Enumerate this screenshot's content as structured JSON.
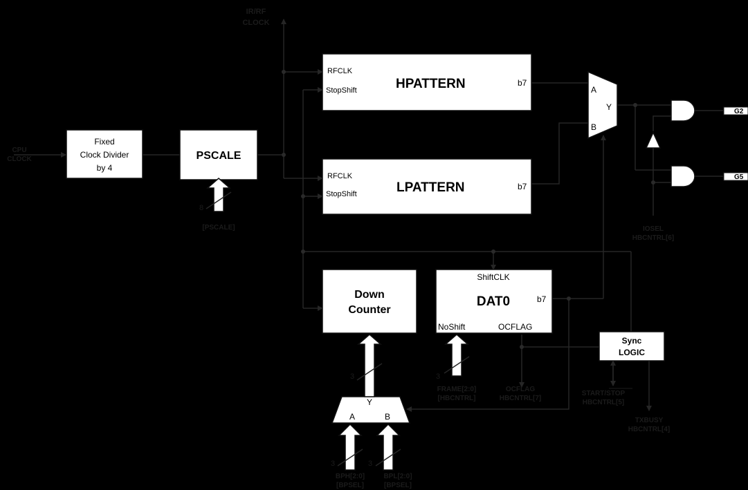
{
  "external_inputs": {
    "cpu_clock": [
      "CPU",
      "CLOCK"
    ],
    "ir_rf_clock": [
      "IR/RF",
      "CLOCK"
    ]
  },
  "blocks": {
    "clock_divider": [
      "Fixed",
      "Clock Divider",
      "by 4"
    ],
    "pscale": "PSCALE",
    "hpattern": {
      "title": "HPATTERN",
      "clk": "RFCLK",
      "stop": "StopShift",
      "out": "b7"
    },
    "lpattern": {
      "title": "LPATTERN",
      "clk": "RFCLK",
      "stop": "StopShift",
      "out": "b7"
    },
    "down_counter": [
      "Down",
      "Counter"
    ],
    "dat0": {
      "title": "DAT0",
      "clk": "ShiftCLK",
      "noshift": "NoShift",
      "ocflag": "OCFLAG",
      "out": "b7"
    },
    "sync_logic": [
      "Sync",
      "LOGIC"
    ]
  },
  "mux_right": {
    "a": "A",
    "b": "B",
    "y": "Y"
  },
  "mux_bottom": {
    "a": "A",
    "b": "B",
    "y": "Y"
  },
  "buses": {
    "pscale_width": "8",
    "pscale_reg": "[PSCALE]",
    "counter_width": "3",
    "frame_width": "3",
    "frame_reg": [
      "FRAME[2:0]",
      "[HBCNTRL]"
    ],
    "bph_width": "3",
    "bph_reg": [
      "BPH[2:0]",
      "[BPSEL]"
    ],
    "bpl_width": "3",
    "bpl_reg": [
      "BPL[2:0]",
      "[BPSEL]"
    ]
  },
  "signals": {
    "iosel": [
      "IOSEL",
      "HBCNTRL[6]"
    ],
    "ocflag": [
      "OCFLAG",
      "HBCNTRL[7]"
    ],
    "start_stop": [
      "START/STOP",
      "HBCNTRL[5]"
    ],
    "txbusy": [
      "TXBUSY",
      "HBCNTRL[4]"
    ]
  },
  "outputs": {
    "g2": "G2",
    "g5": "G5"
  }
}
